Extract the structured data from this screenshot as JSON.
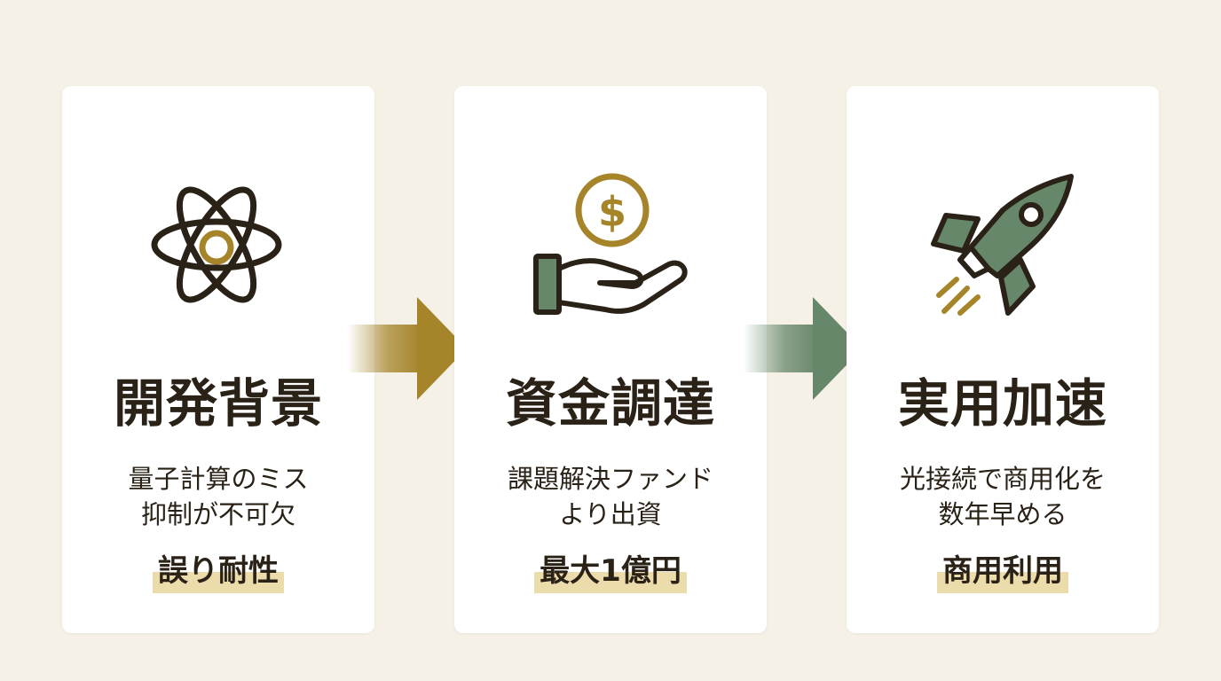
{
  "colors": {
    "background": "#f5f1e7",
    "card": "#ffffff",
    "ink": "#2a2117",
    "gold": "#a5842a",
    "green": "#67876a",
    "highlight": "#ecdcab"
  },
  "steps": [
    {
      "icon": "atom-icon",
      "title": "開発背景",
      "description_line1": "量子計算のミス",
      "description_line2": "抑制が不可欠",
      "badge": "誤り耐性"
    },
    {
      "icon": "hand-coin-icon",
      "title": "資金調達",
      "description_line1": "課題解決ファンド",
      "description_line2": "より出資",
      "badge": "最大1億円"
    },
    {
      "icon": "rocket-icon",
      "title": "実用加速",
      "description_line1": "光接続で商用化を",
      "description_line2": "数年早める",
      "badge": "商用利用"
    }
  ],
  "arrows": [
    {
      "icon": "arrow-right-icon",
      "color": "#a5842a"
    },
    {
      "icon": "arrow-right-icon",
      "color": "#67876a"
    }
  ]
}
